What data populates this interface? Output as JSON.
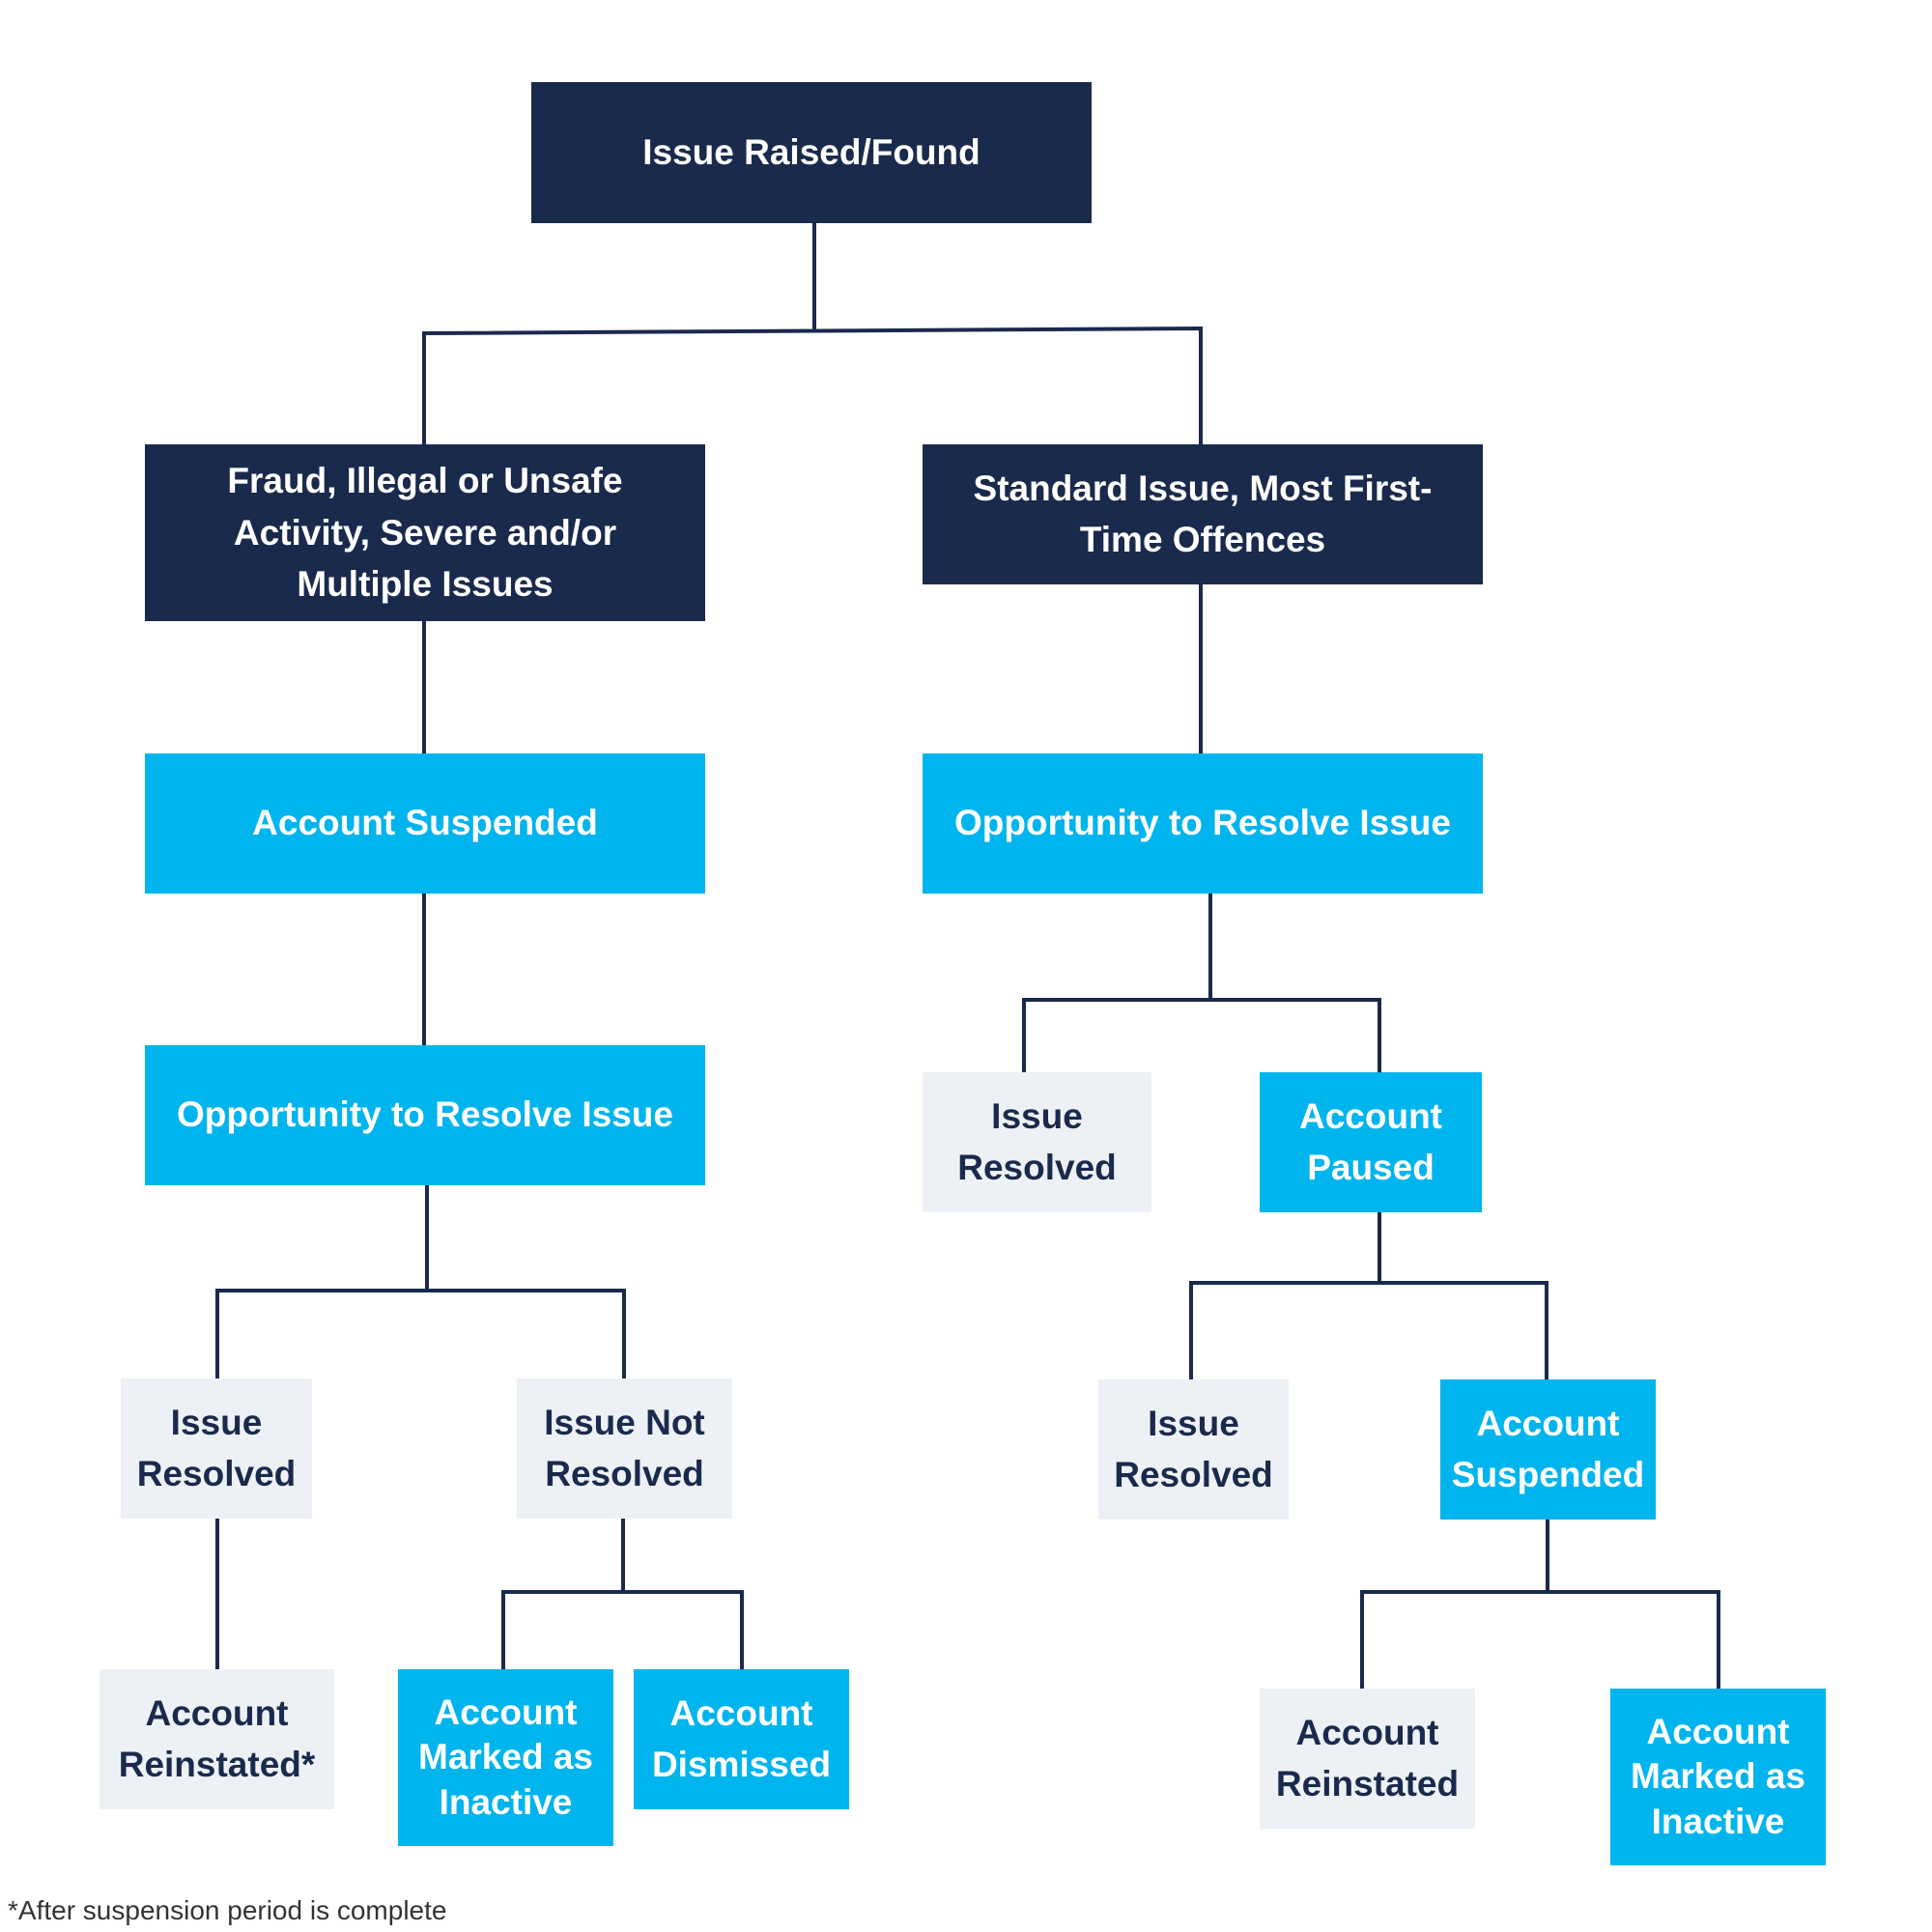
{
  "colors": {
    "navy": "#1a2a4c",
    "cyan": "#00b4ed",
    "light_gray": "#edf1f5",
    "connector": "#1a2a4c"
  },
  "nodes": {
    "issue_raised": "Issue Raised/Found",
    "fraud_branch": "Fraud, Illegal or Unsafe\nActivity, Severe and/or\nMultiple Issues",
    "standard_branch": "Standard Issue, Most First-\nTime Offences",
    "left_account_suspended": "Account Suspended",
    "right_opportunity": "Opportunity to Resolve Issue",
    "left_opportunity": "Opportunity to Resolve Issue",
    "right_issue_resolved": "Issue\nResolved",
    "account_paused": "Account\nPaused",
    "left_issue_resolved": "Issue\nResolved",
    "left_issue_not_resolved": "Issue Not\nResolved",
    "paused_issue_resolved": "Issue\nResolved",
    "paused_account_suspended": "Account\nSuspended",
    "left_account_reinstated": "Account\nReinstated*",
    "left_marked_inactive": "Account\nMarked as\nInactive",
    "left_account_dismissed": "Account\nDismissed",
    "right_account_reinstated": "Account\nReinstated",
    "right_marked_inactive": "Account\nMarked as\nInactive"
  },
  "footnote": "*After suspension period is complete"
}
